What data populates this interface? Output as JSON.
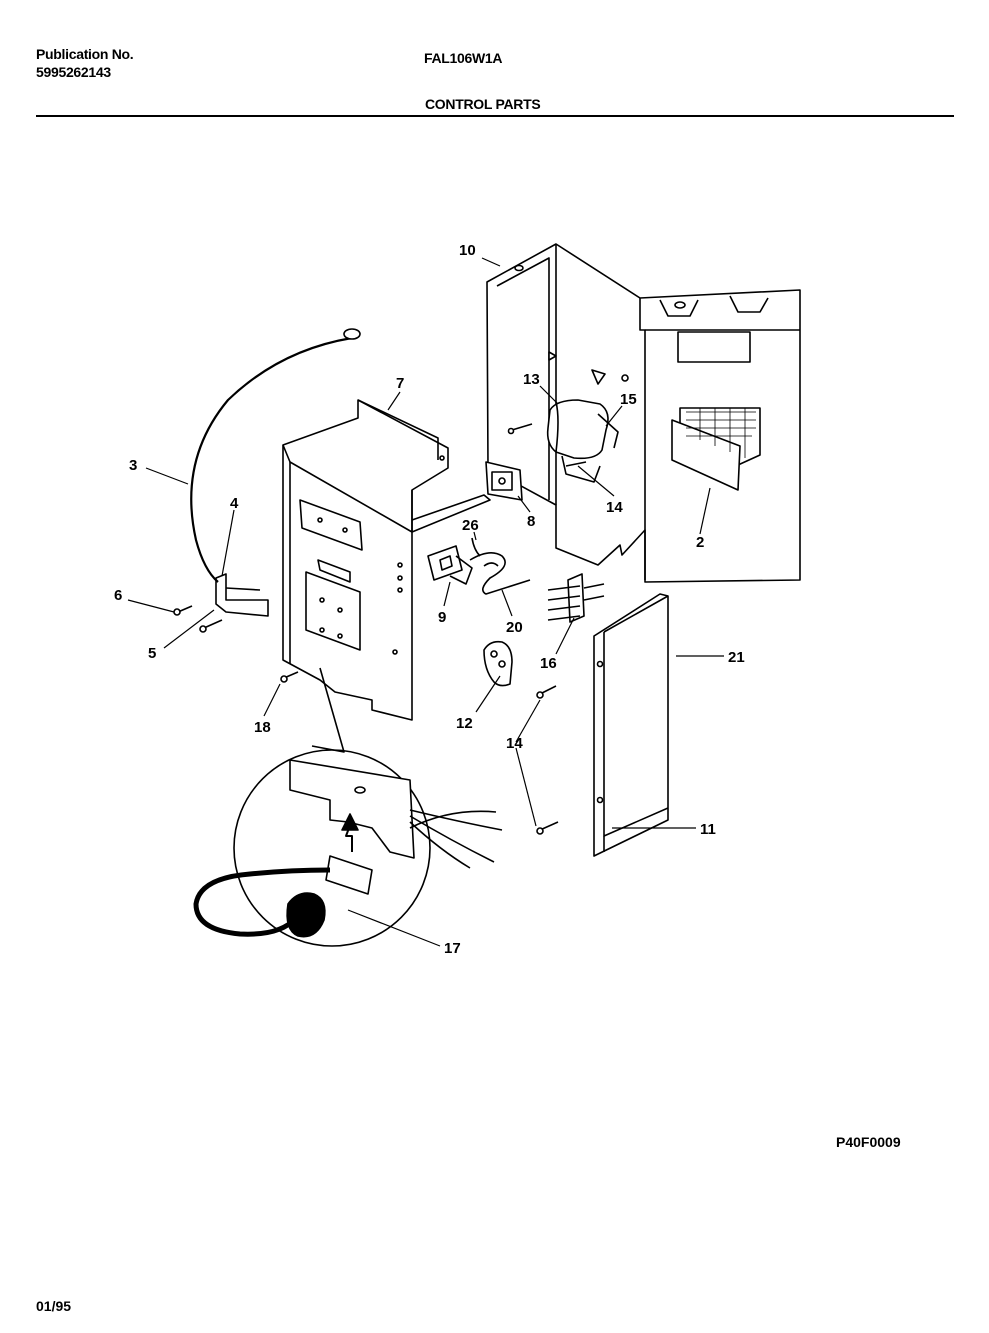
{
  "header": {
    "publication_label": "Publication No.",
    "publication_number": "5995262143",
    "model": "FAL106W1A",
    "section_title": "CONTROL PARTS"
  },
  "callouts": [
    "10",
    "7",
    "13",
    "15",
    "3",
    "4",
    "6",
    "5",
    "2",
    "14",
    "8",
    "26",
    "9",
    "20",
    "16",
    "21",
    "12",
    "18",
    "14",
    "11",
    "17"
  ],
  "footer": {
    "figure_code": "P40F0009",
    "date": "01/95"
  }
}
